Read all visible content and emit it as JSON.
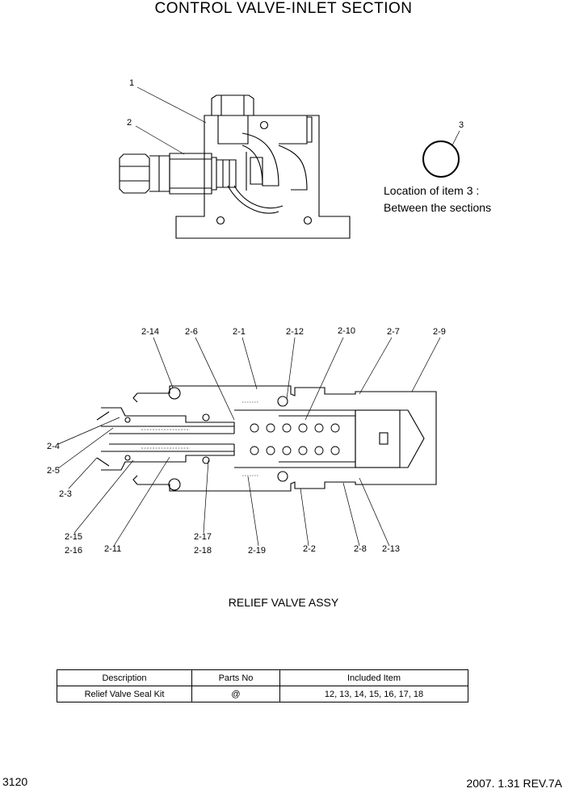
{
  "title": "CONTROL VALVE-INLET SECTION",
  "top_callouts": [
    "1",
    "2",
    "3"
  ],
  "location_note": {
    "line1": "Location of item 3 :",
    "line2": "Between the sections"
  },
  "relief_callouts_top": [
    "2-14",
    "2-6",
    "2-1",
    "2-12",
    "2-10",
    "2-7",
    "2-9"
  ],
  "relief_callouts_left": [
    "2-4",
    "2-5",
    "2-3"
  ],
  "relief_callouts_bottom": [
    "2-15",
    "2-16",
    "2-11",
    "2-17",
    "2-18",
    "2-19",
    "2-2",
    "2-8",
    "2-13"
  ],
  "caption": "RELIEF VALVE ASSY",
  "kit_table": {
    "headers": [
      "Description",
      "Parts No",
      "Included Item"
    ],
    "rows": [
      [
        "Relief Valve  Seal Kit",
        "@",
        "12, 13, 14, 15, 16, 17, 18"
      ]
    ]
  },
  "footer": {
    "page": "3120",
    "revision": "2007. 1.31  REV.7A"
  }
}
